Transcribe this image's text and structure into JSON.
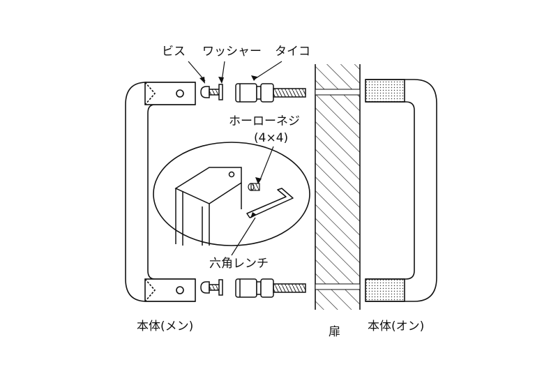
{
  "labels": {
    "screw": "ビス",
    "washer": "ワッシャー",
    "anchor": "タイコ",
    "set_screw": "ホーローネジ",
    "set_screw_size": "(4×4)",
    "hex_wrench": "六角レンチ",
    "body_male": "本体(メン)",
    "door": "扉",
    "body_female": "本体(オン)"
  }
}
